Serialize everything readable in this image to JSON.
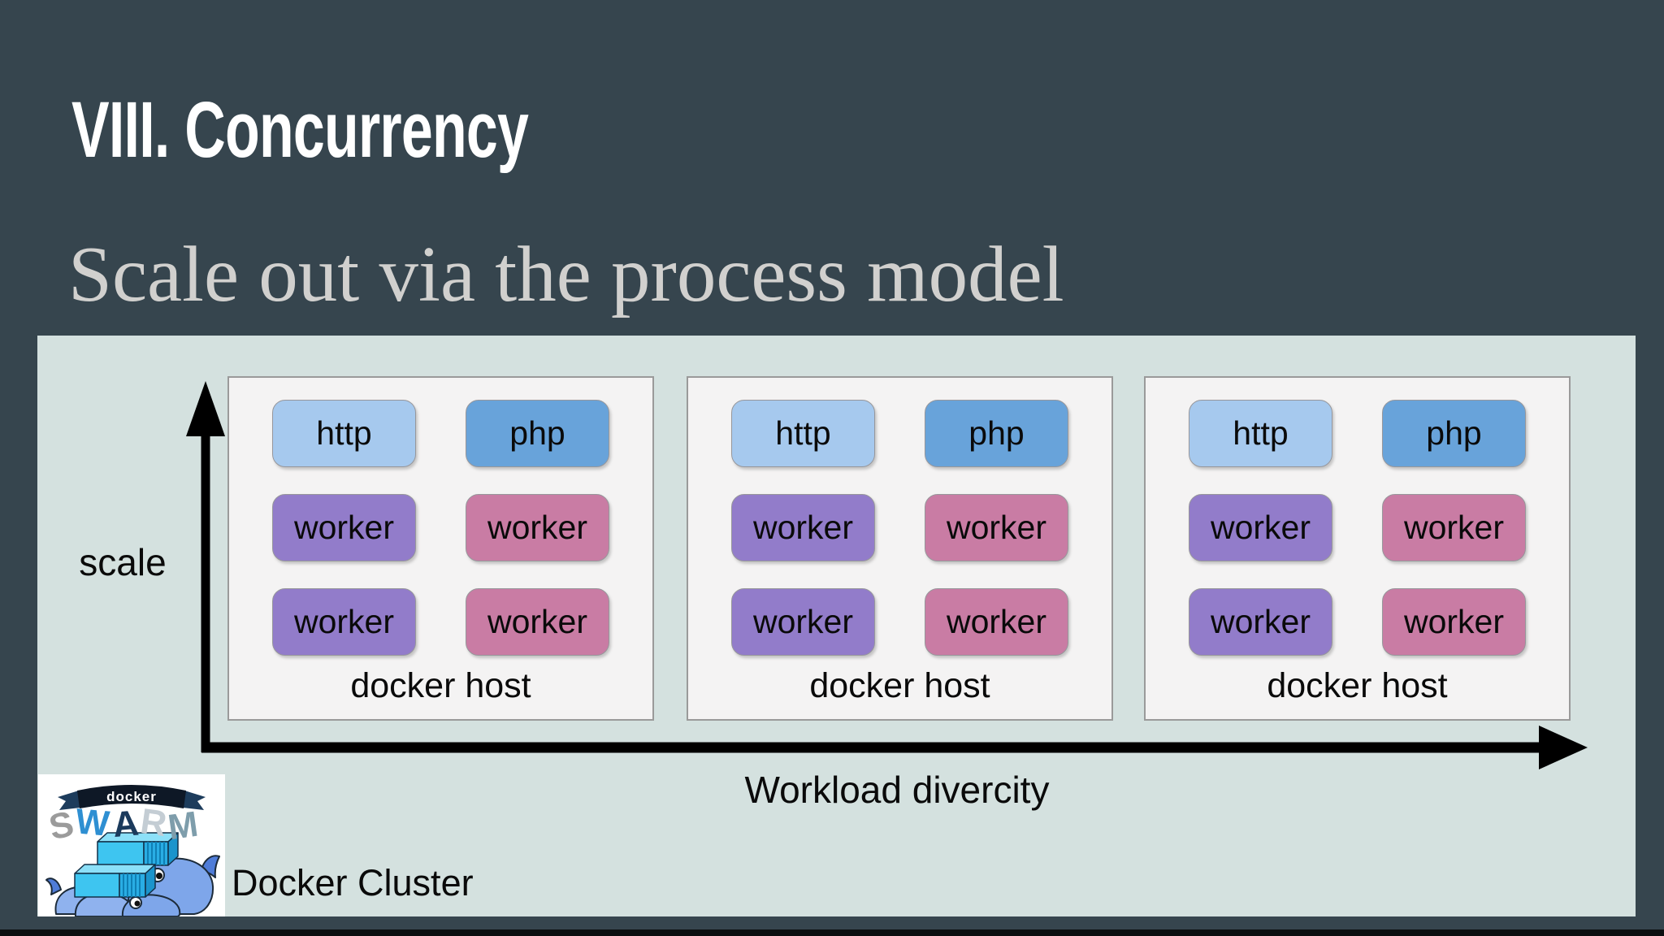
{
  "slide": {
    "title": "VIII. Concurrency",
    "subtitle": "Scale out via the process model"
  },
  "diagram": {
    "y_axis_label": "scale",
    "x_axis_label": "Workload divercity",
    "hosts": [
      {
        "label": "docker host",
        "boxes": [
          "http",
          "php",
          "worker",
          "worker",
          "worker",
          "worker"
        ]
      },
      {
        "label": "docker host",
        "boxes": [
          "http",
          "php",
          "worker",
          "worker",
          "worker",
          "worker"
        ]
      },
      {
        "label": "docker host",
        "boxes": [
          "http",
          "php",
          "worker",
          "worker",
          "worker",
          "worker"
        ]
      }
    ],
    "cluster_label": "Docker Cluster",
    "logo": {
      "banner_text": "docker",
      "letters": [
        "S",
        "W",
        "A",
        "R",
        "M"
      ]
    },
    "colors": {
      "background": "#36454e",
      "panel": "#d4e1df",
      "host_fill": "#f4f3f3",
      "host_border": "#9a9a9a",
      "http": "#a6c9ee",
      "php": "#68a3da",
      "worker_purple": "#927cca",
      "worker_pink": "#c97ca4",
      "axis": "#000000",
      "title_text": "#ffffff",
      "subtitle_text": "#d1d0ce"
    }
  }
}
